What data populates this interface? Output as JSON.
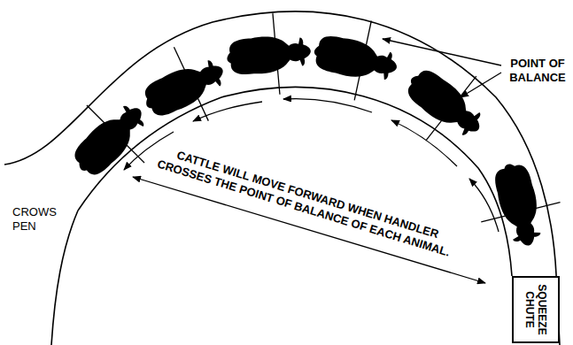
{
  "diagram": {
    "nodes": [
      {
        "text": [
          "SQUEEZE CHUTE"
        ]
      }
    ],
    "labels": [
      "POINT OF BALANCE",
      "CATTLE WILL MOVE FORWARD WHEN HANDLER CROSSES THE POINT OF BALANCE OF EACH ANIMAL.",
      "CROWS PEN"
    ]
  }
}
